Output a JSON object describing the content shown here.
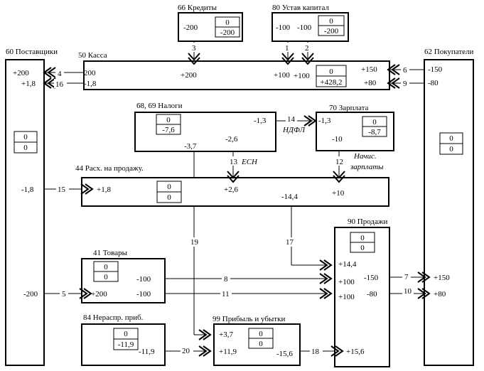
{
  "accounts": {
    "a66": {
      "title": "66 Кредиты",
      "left": "-200",
      "bal_top": "0",
      "bal_bot": "-200"
    },
    "a80": {
      "title": "80 Устав капитал",
      "left1": "-100",
      "left2": "-100",
      "bal_top": "0",
      "bal_bot": "-200"
    },
    "a50": {
      "title": "50 Касса",
      "l1": "200",
      "l2": "-1,8",
      "c1": "+200",
      "c2": "+100",
      "c3": "+100",
      "bal_top": "0",
      "bal_bot": "+428,2",
      "r1": "+150",
      "r2": "+80"
    },
    "a60": {
      "title": "60 Поставщики",
      "r1": "+200",
      "r2": "+1,8",
      "bal_top": "0",
      "bal_bot": "0"
    },
    "a62": {
      "title": "62 Покупатели",
      "bal_top": "0",
      "bal_bot": "0"
    },
    "a68": {
      "title": "68, 69 Налоги",
      "bal_top": "0",
      "bal_bot": "-7,6",
      "v1": "-1,3",
      "v2": "-2,6",
      "v3": "-3,7"
    },
    "a70": {
      "title": "70 Зарплата",
      "v1": "-1,3",
      "v2": "-10",
      "bal_top": "0",
      "bal_bot": "-8,7"
    },
    "a44": {
      "title": "44 Расх. на продажу.",
      "v1": "+1,8",
      "v2": "+2,6",
      "v3": "+10",
      "v4": "-14,4",
      "bal_top": "0",
      "bal_bot": "0"
    },
    "a90": {
      "title": "90 Продажи",
      "bal_top": "0",
      "bal_bot": "0",
      "v1": "+14,4",
      "v2": "+100",
      "v3": "+100",
      "v4": "-150",
      "v5": "-80",
      "v6": "+15,6"
    },
    "a41": {
      "title": "41 Товары",
      "bal_top": "0",
      "bal_bot": "0",
      "v1": "-100",
      "v2": "-100",
      "v3": "+200"
    },
    "a84": {
      "title": "84 Нераспр. приб.",
      "bal_top": "0",
      "bal_bot": "-11,9",
      "v1": "-11,9"
    },
    "a99": {
      "title": "99 Прибыль и убытки",
      "v1": "+3,7",
      "v2": "+11,9",
      "v3": "-15,6",
      "bal_top": "0",
      "bal_bot": "0"
    }
  },
  "outside": {
    "m150": "-150",
    "m80": "-80",
    "m18": "-1,8",
    "m200": "-200",
    "p150": "+150",
    "p80": "+80"
  },
  "ops": [
    "1",
    "2",
    "3",
    "4",
    "5",
    "6",
    "7",
    "8",
    "9",
    "10",
    "11",
    "12",
    "13",
    "14",
    "15",
    "16",
    "17",
    "18",
    "19",
    "20"
  ],
  "notes": {
    "ndfl": "НДФЛ",
    "esn": "ЕСН",
    "nach1": "Начис.",
    "nach2": "зарплаты"
  }
}
